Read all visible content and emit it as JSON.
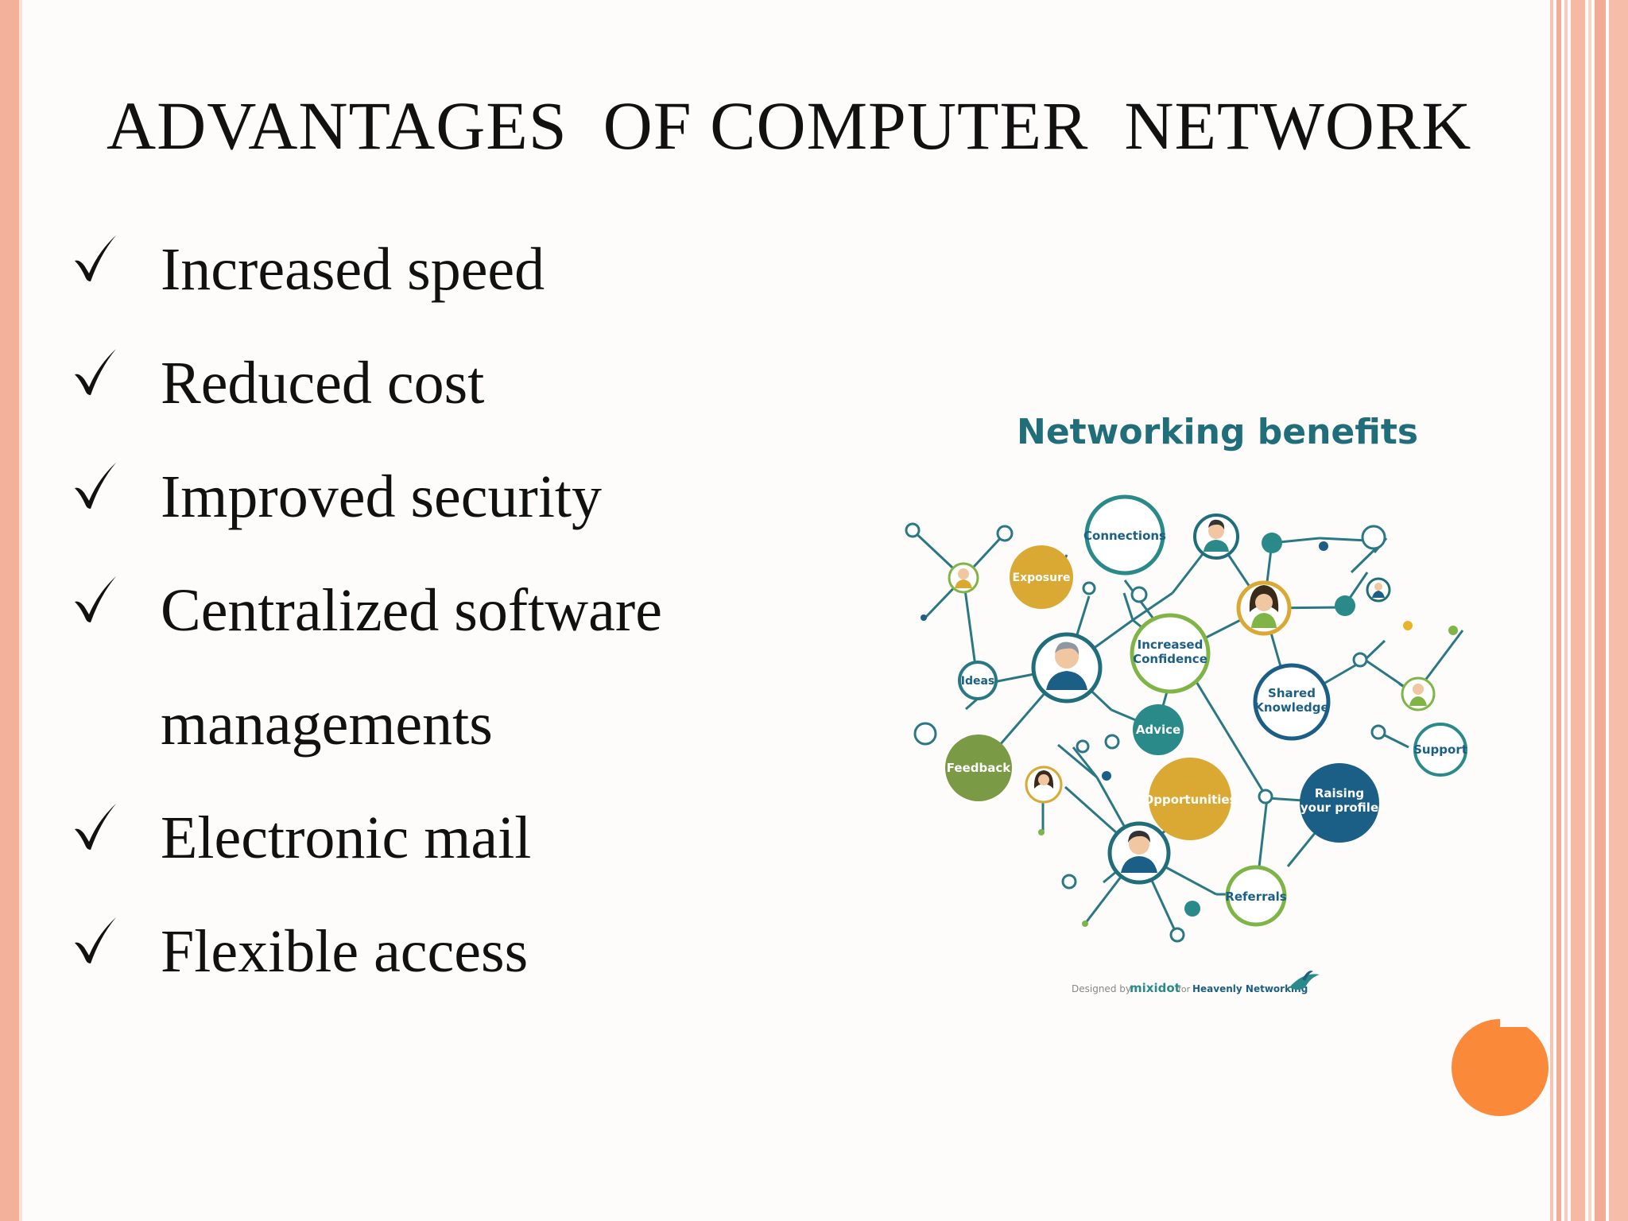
{
  "slide": {
    "title": "ADVANTAGES  OF COMPUTER  NETWORK",
    "bullets": [
      {
        "text": "Increased speed",
        "checked": true
      },
      {
        "text": "Reduced cost",
        "checked": true
      },
      {
        "text": "Improved security",
        "checked": true
      },
      {
        "text": "Centralized software",
        "checked": true
      },
      {
        "text": "managements",
        "checked": false
      },
      {
        "text": "Electronic mail",
        "checked": true
      },
      {
        "text": "Flexible access",
        "checked": true
      }
    ],
    "check_icon": "checkmark-icon"
  },
  "infographic": {
    "title": "Networking benefits",
    "nodes": {
      "connections": "Connections",
      "exposure": "Exposure",
      "increased_confidence_1": "Increased",
      "increased_confidence_2": "Confidence",
      "ideas": "Ideas",
      "shared_knowledge_1": "Shared",
      "shared_knowledge_2": "Knowledge",
      "advice": "Advice",
      "feedback": "Feedback",
      "support": "Support",
      "opportunities": "Opportunities",
      "raising_profile_1": "Raising",
      "raising_profile_2": "your profile",
      "referrals": "Referrals"
    },
    "credit_prefix": "Designed by",
    "credit_brand": "mixidot",
    "credit_mid": "for",
    "credit_client": "Heavenly Networking"
  },
  "colors": {
    "accent_teal": "#1f6e7a",
    "accent_green": "#7fb446",
    "accent_gold": "#d9a933",
    "accent_olive": "#7a9a45",
    "accent_navy": "#1b5f86",
    "border_salmon": "#f3b19c",
    "orange_dot": "#fa8a3a"
  }
}
